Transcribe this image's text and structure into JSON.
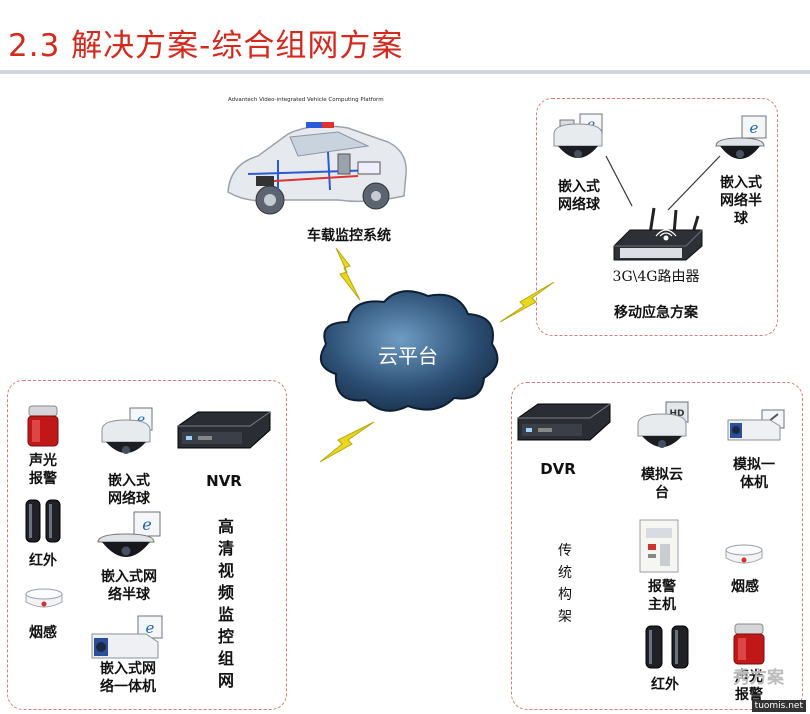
{
  "title": "2.3 解决方案-综合组网方案",
  "vehicle": {
    "platform_caption": "Advantech Video-integrated Vehicle Computing Platform",
    "label": "车载监控系统"
  },
  "cloud": {
    "label": "云平台"
  },
  "mobile": {
    "dome_label": "嵌入式\n网络球",
    "half_dome_label": "嵌入式\n网络半\n球",
    "router_label": "3G\\4G路由器",
    "section_label": "移动应急方案"
  },
  "hd": {
    "siren_label": "声光\n报警",
    "infrared_label": "红外",
    "smoke_label": "烟感",
    "dome_label": "嵌入式\n网络球",
    "half_dome_label": "嵌入式网\n络半球",
    "box_cam_label": "嵌入式网\n络一体机",
    "nvr_label": "NVR",
    "section_label": "高清视频监控组网"
  },
  "traditional": {
    "dvr_label": "DVR",
    "analog_dome_label": "模拟云\n台",
    "analog_box_label": "模拟一\n体机",
    "alarm_host_label": "报警\n主机",
    "smoke_label": "烟感",
    "infrared_label": "红外",
    "siren_label": "声光\n报警",
    "section_label": "传统构架"
  },
  "watermark": "秀方案",
  "site": "tuomis.net",
  "colors": {
    "accent": "#d42a1e",
    "box_border": "#d77a7a",
    "cloud": "#1f3d5c",
    "bolt": "#e8d81e"
  }
}
